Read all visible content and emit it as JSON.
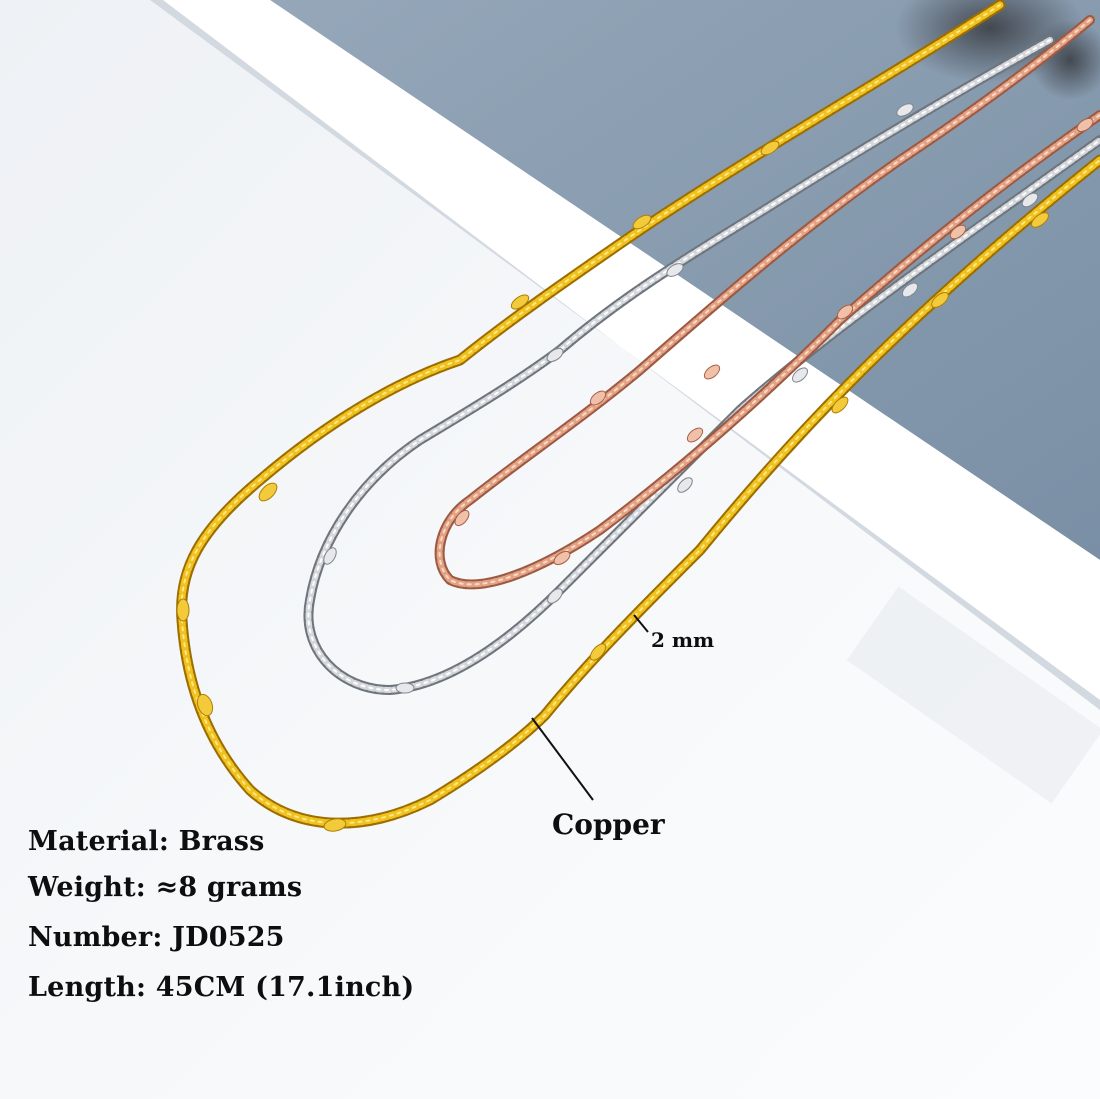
{
  "photo": {
    "subject": "three layered chain necklaces",
    "chains": [
      "gold",
      "silver",
      "rose-gold"
    ],
    "colors": {
      "gold": "#e8b81a",
      "silver": "#c7cbd1",
      "rose_gold": "#d99a7c",
      "backdrop_blue": "#8196ab",
      "backdrop_white": "#fbfcfd"
    }
  },
  "callouts": {
    "width_label": "2 mm",
    "material_callout": "Copper"
  },
  "specs": {
    "material": "Material: Brass",
    "weight": "Weight: ≈8 grams",
    "number": "Number: JD0525",
    "length": "Length: 45CM (17.1inch)"
  }
}
